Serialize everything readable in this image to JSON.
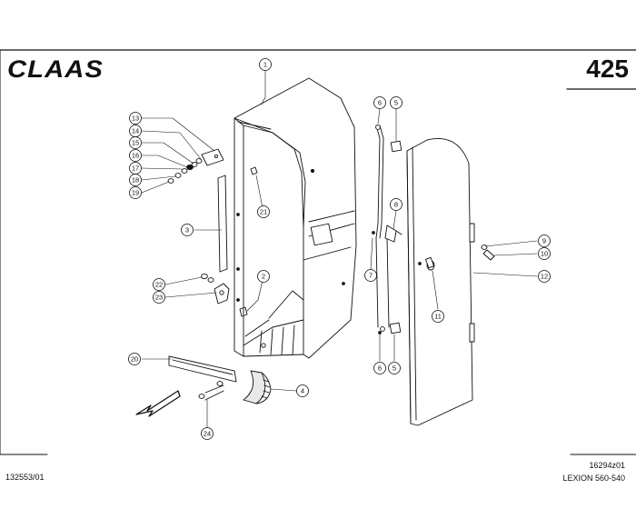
{
  "header": {
    "brand": "CLAAS",
    "sheet_number": "425"
  },
  "footer": {
    "doc_code": "132553/01",
    "drawing_number": "16294z01",
    "model": "LEXION 560-540"
  },
  "callouts": [
    {
      "id": "c1",
      "label": "1"
    },
    {
      "id": "c2",
      "label": "2"
    },
    {
      "id": "c3",
      "label": "3"
    },
    {
      "id": "c4",
      "label": "4"
    },
    {
      "id": "c5a",
      "label": "5"
    },
    {
      "id": "c5b",
      "label": "5"
    },
    {
      "id": "c6a",
      "label": "6"
    },
    {
      "id": "c6b",
      "label": "6"
    },
    {
      "id": "c7",
      "label": "7"
    },
    {
      "id": "c8",
      "label": "8"
    },
    {
      "id": "c9",
      "label": "9"
    },
    {
      "id": "c10",
      "label": "10"
    },
    {
      "id": "c11",
      "label": "11"
    },
    {
      "id": "c12",
      "label": "12"
    },
    {
      "id": "c13",
      "label": "13"
    },
    {
      "id": "c14",
      "label": "14"
    },
    {
      "id": "c15",
      "label": "15"
    },
    {
      "id": "c16",
      "label": "16"
    },
    {
      "id": "c17",
      "label": "17"
    },
    {
      "id": "c18",
      "label": "18"
    },
    {
      "id": "c19",
      "label": "19"
    },
    {
      "id": "c20",
      "label": "20"
    },
    {
      "id": "c21",
      "label": "21"
    },
    {
      "id": "c22",
      "label": "22"
    },
    {
      "id": "c23",
      "label": "23"
    },
    {
      "id": "c24",
      "label": "24"
    }
  ],
  "colors": {
    "ink": "#111111",
    "paper": "#ffffff",
    "shade": "#f2f2f2"
  }
}
